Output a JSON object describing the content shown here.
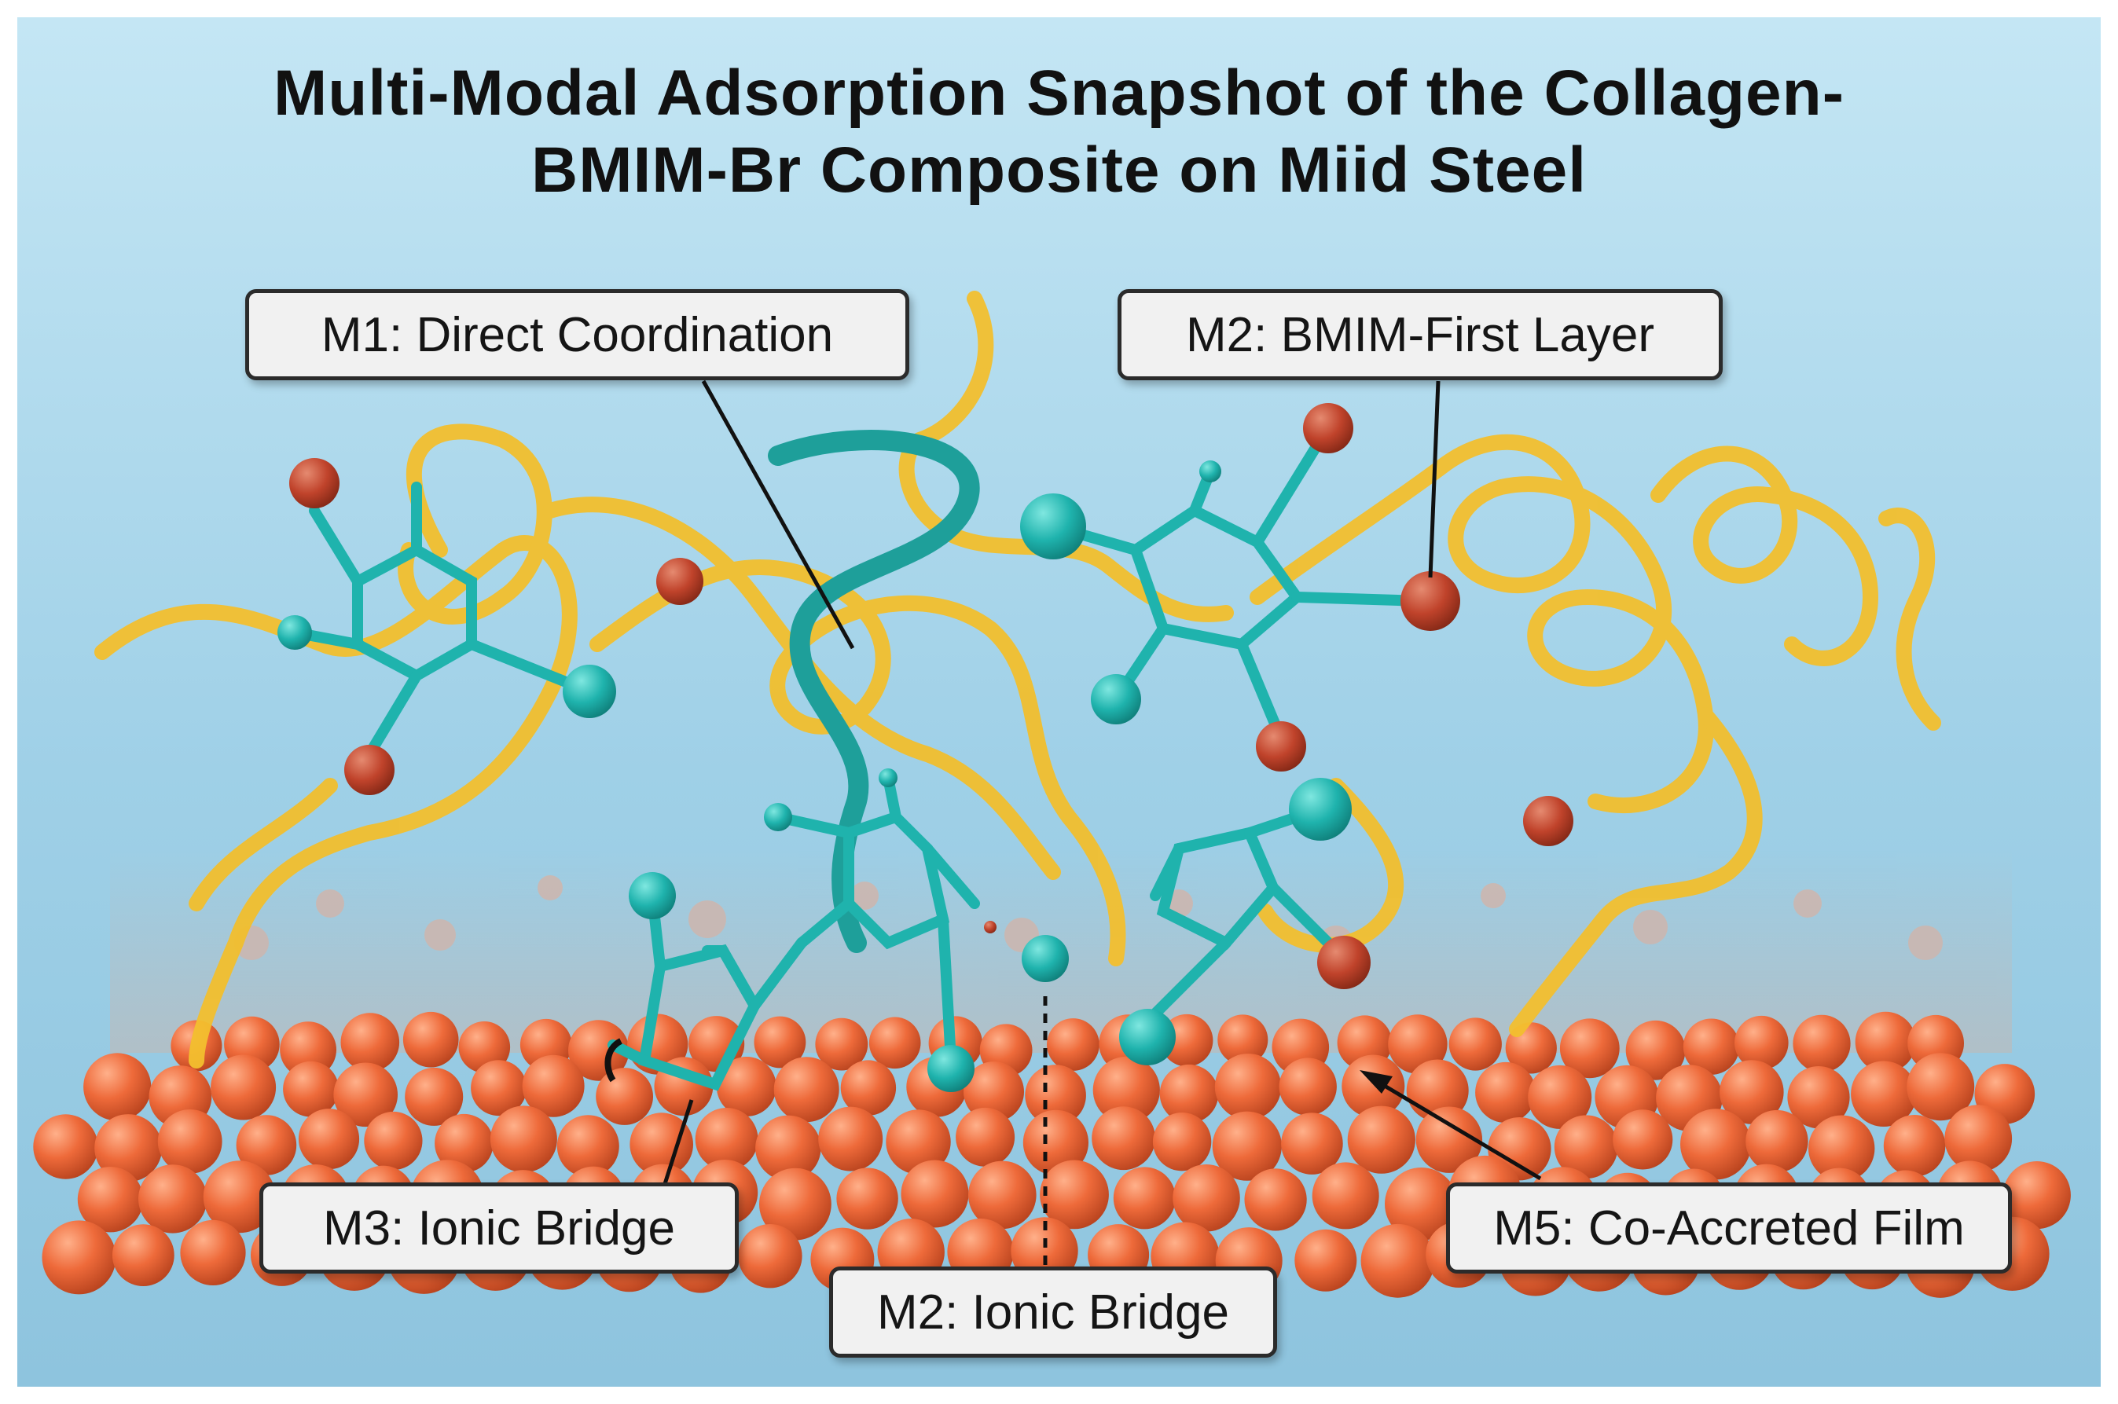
{
  "title": {
    "line1": "Multi-Modal Adsorption Snapshot of the Collagen-",
    "line2": "BMIM-Br Composite on Miid Steel"
  },
  "callouts": {
    "m1": "M1: Direct Coordination",
    "m2_top": "M2: BMIM-First Layer",
    "m3": "M3: Ionic Bridge",
    "m2_bottom": "M2: Ionic Bridge",
    "m5": "M5: Co-Accreted Film"
  },
  "colors": {
    "background_top": "#bde2f1",
    "background_bottom": "#8fc6e0",
    "collagen_strand": "#f2bf2e",
    "imidazolium_ring": "#1fb3ad",
    "bromide": "#c0432b",
    "steel_sphere": "#ee6a3a",
    "callout_fill": "#f1f1f1",
    "callout_border": "#2b2b2b"
  }
}
